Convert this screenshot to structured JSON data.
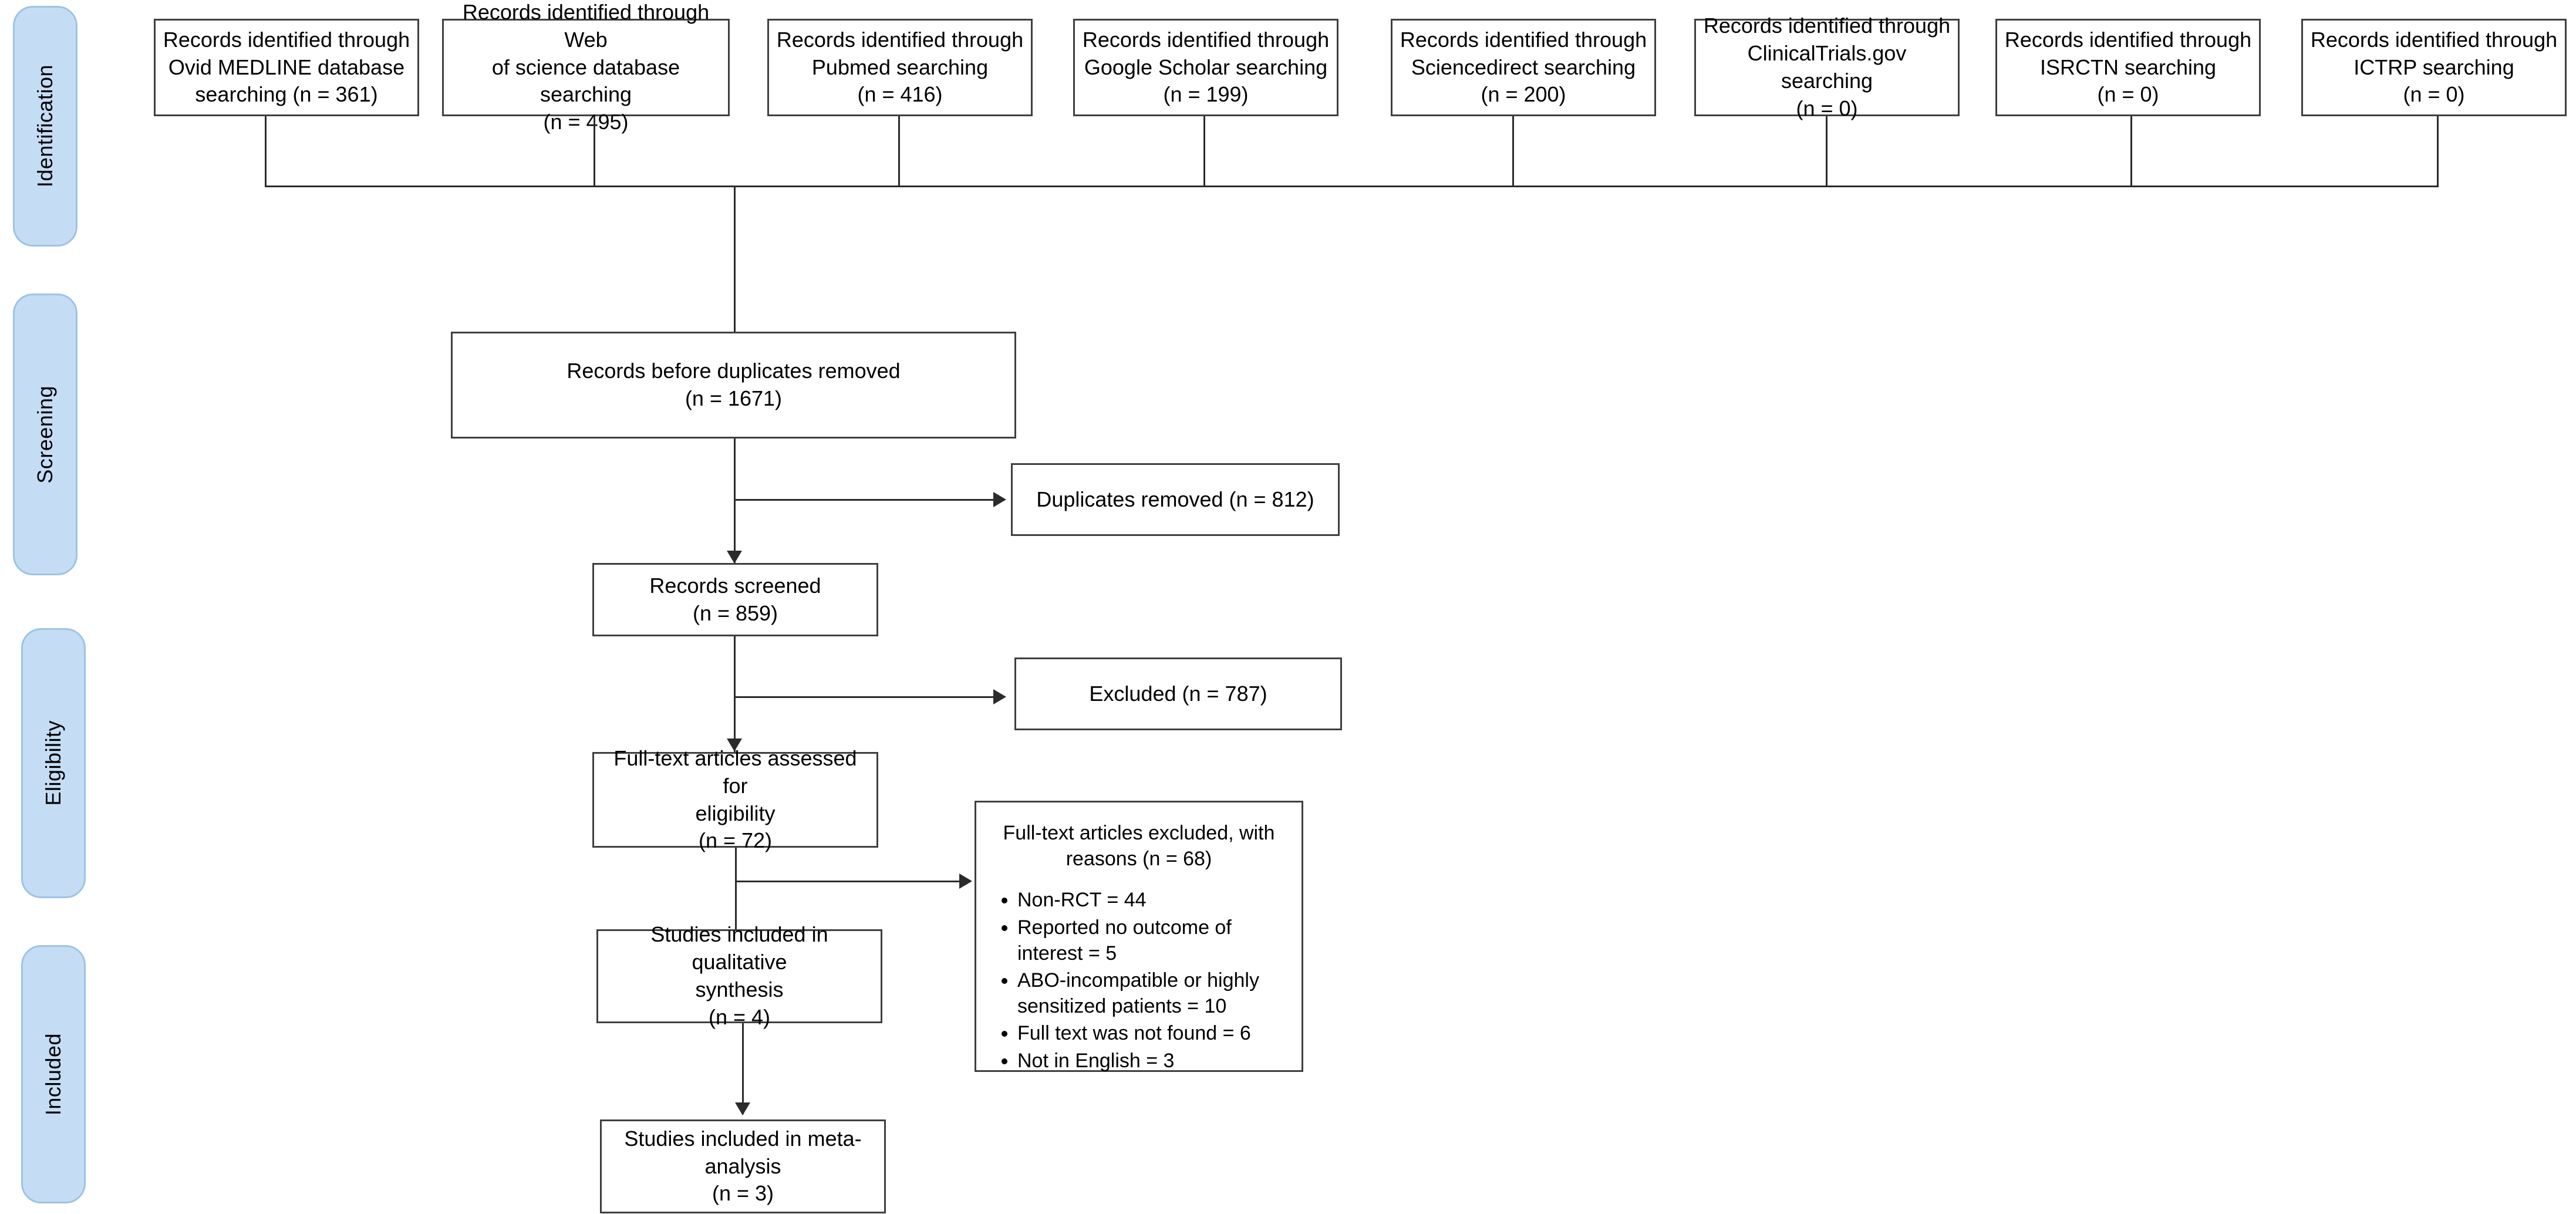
{
  "diagram": {
    "type": "prisma-flow-diagram",
    "title": "PRISMA flow diagram",
    "stages": [
      {
        "id": "identification",
        "label": "Identification"
      },
      {
        "id": "screening",
        "label": "Screening"
      },
      {
        "id": "eligibility",
        "label": "Eligibility"
      },
      {
        "id": "included",
        "label": "Included"
      }
    ],
    "identification_sources": [
      {
        "id": "ovid-medline",
        "line1": "Records identified through",
        "line2": "Ovid MEDLINE database",
        "line3": "searching (n = 361)",
        "count": 361
      },
      {
        "id": "web-of-science",
        "line1": "Records identified through Web",
        "line2": "of science database searching",
        "line3": "(n = 495)",
        "count": 495
      },
      {
        "id": "pubmed",
        "line1": "Records identified through",
        "line2": "Pubmed searching",
        "line3": "(n = 416)",
        "count": 416
      },
      {
        "id": "google-scholar",
        "line1": "Records identified through",
        "line2": "Google Scholar searching",
        "line3": "(n = 199)",
        "count": 199
      },
      {
        "id": "sciencedirect",
        "line1": "Records identified through",
        "line2": "Sciencedirect searching",
        "line3": "(n = 200)",
        "count": 200
      },
      {
        "id": "clinicaltrials-gov",
        "line1": "Records identified through",
        "line2": "ClinicalTrials.gov searching",
        "line3": "(n = 0)",
        "count": 0
      },
      {
        "id": "isrctn",
        "line1": "Records identified through",
        "line2": "ISRCTN searching",
        "line3": "(n = 0)",
        "count": 0
      },
      {
        "id": "ictrp",
        "line1": "Records identified through",
        "line2": "ICTRP searching",
        "line3": "(n = 0)",
        "count": 0
      }
    ],
    "flow": {
      "records_before_duplicates": {
        "line1": "Records before duplicates removed",
        "line2": "(n = 1671)",
        "count": 1671
      },
      "duplicates_removed": {
        "line1": "Duplicates removed (n = 812)",
        "count": 812
      },
      "records_screened": {
        "line1": "Records screened",
        "line2": "(n = 859)",
        "count": 859
      },
      "excluded": {
        "line1": "Excluded  (n = 787)",
        "count": 787
      },
      "fulltext_assessed": {
        "line1": "Full-text articles assessed for",
        "line2": "eligibility",
        "line3": "(n = 72)",
        "count": 72
      },
      "fulltext_excluded": {
        "head_line1": "Full-text articles excluded, with",
        "head_line2": "reasons (n = 68)",
        "count": 68,
        "reasons": [
          "Non-RCT = 44",
          "Reported no outcome of interest = 5",
          "ABO-incompatible or highly sensitized patients = 10",
          "Full text was not found = 6",
          "Not in English = 3"
        ]
      },
      "qualitative_synthesis": {
        "line1": "Studies included in qualitative",
        "line2": "synthesis",
        "line3": "(n = 4)",
        "count": 4
      },
      "meta_analysis": {
        "line1": "Studies included in meta-",
        "line2": "analysis",
        "line3": "(n = 3)",
        "count": 3
      }
    },
    "colors": {
      "stage_tab_fill": "#c5ddf4",
      "stage_tab_border": "#9dc3e6",
      "box_border": "#3f3f3f",
      "connector": "#2b2b2b",
      "background": "#ffffff",
      "text": "#000000"
    }
  }
}
